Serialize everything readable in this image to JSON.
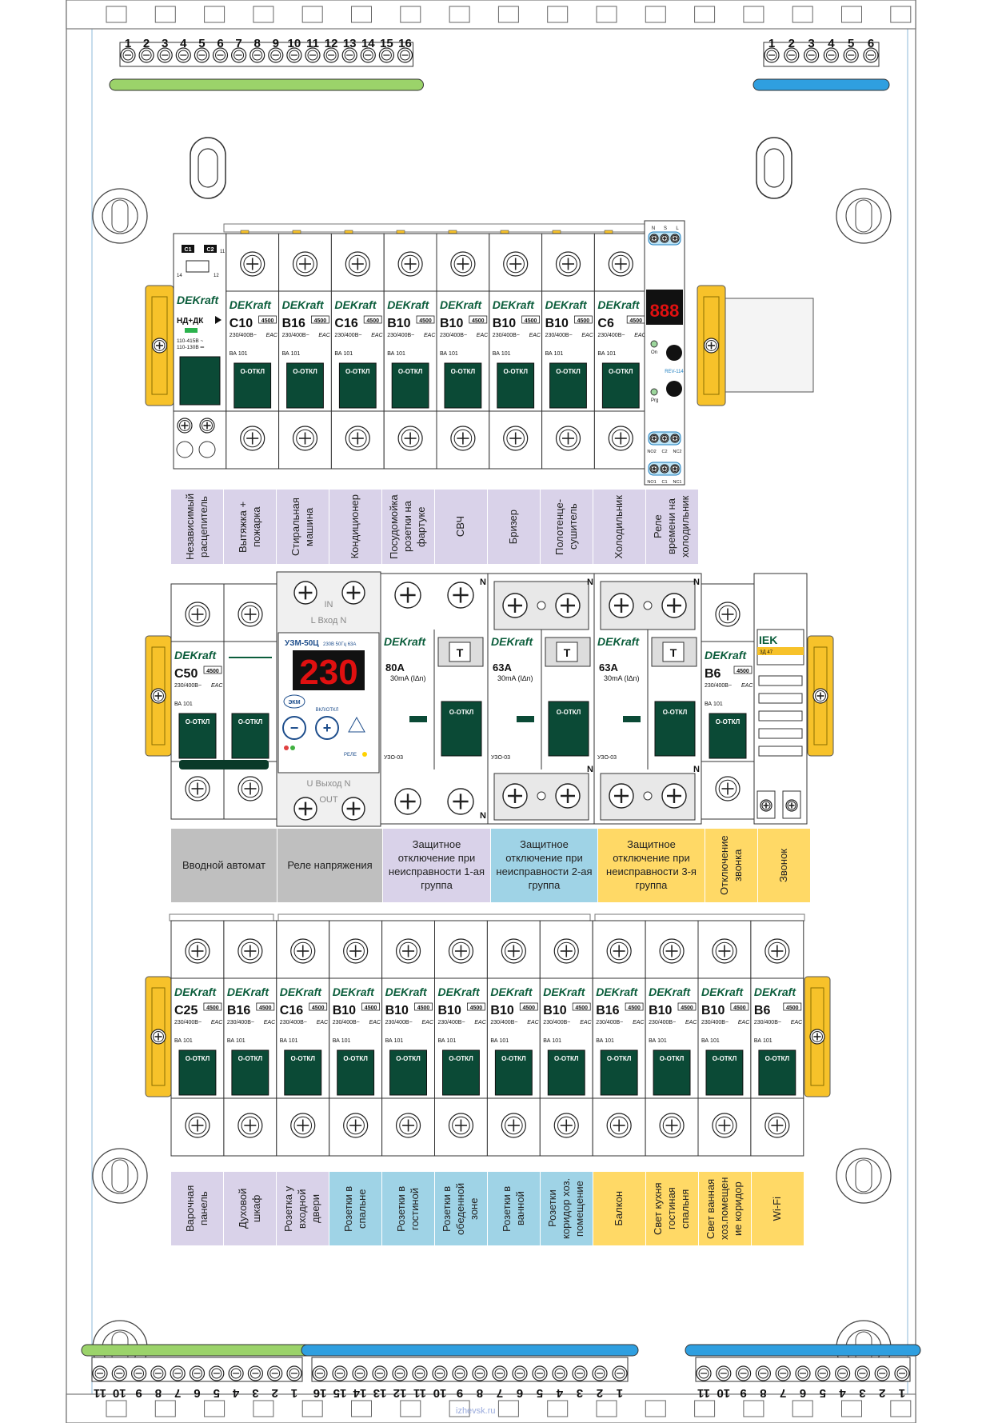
{
  "colors": {
    "lavender": "#d9d2e9",
    "blue": "#9fd3e6",
    "yellow": "#ffd966",
    "gray": "#bfbfbf",
    "bus_green": "#9bd36a",
    "bus_blue": "#2f9fe0",
    "din_yellow": "#f7c22a",
    "breaker_green": "#0b4a36",
    "led_red": "#e01010"
  },
  "top_bus_green": {
    "numbers": [
      "1",
      "2",
      "3",
      "4",
      "5",
      "6",
      "7",
      "8",
      "9",
      "10",
      "11",
      "12",
      "13",
      "14",
      "15",
      "16"
    ]
  },
  "top_bus_blue": {
    "numbers": [
      "1",
      "2",
      "3",
      "4",
      "5",
      "6"
    ]
  },
  "row1": {
    "first_device": {
      "brand": "DEKraft",
      "lines": [
        "НД+ДК",
        "110-415В ~",
        "110-130В ═"
      ],
      "terms": [
        "С1",
        "С2",
        "11",
        "12",
        "14"
      ]
    },
    "breakers": [
      {
        "brand": "DEKraft",
        "rating": "C10",
        "cap": "4500",
        "volt": "230/400В~",
        "mark": "EAC",
        "series": "ВА 101",
        "lever": "О-ОТКЛ"
      },
      {
        "brand": "DEKraft",
        "rating": "B16",
        "cap": "4500",
        "volt": "230/400В~",
        "mark": "EAC",
        "series": "ВА 101",
        "lever": "О-ОТКЛ"
      },
      {
        "brand": "DEKraft",
        "rating": "C16",
        "cap": "4500",
        "volt": "230/400В~",
        "mark": "EAC",
        "series": "ВА 101",
        "lever": "О-ОТКЛ"
      },
      {
        "brand": "DEKraft",
        "rating": "B10",
        "cap": "4500",
        "volt": "230/400В~",
        "mark": "EAC",
        "series": "ВА 101",
        "lever": "О-ОТКЛ"
      },
      {
        "brand": "DEKraft",
        "rating": "B10",
        "cap": "4500",
        "volt": "230/400В~",
        "mark": "EAC",
        "series": "ВА 101",
        "lever": "О-ОТКЛ"
      },
      {
        "brand": "DEKraft",
        "rating": "B10",
        "cap": "4500",
        "volt": "230/400В~",
        "mark": "EAC",
        "series": "ВА 101",
        "lever": "О-ОТКЛ"
      },
      {
        "brand": "DEKraft",
        "rating": "B10",
        "cap": "4500",
        "volt": "230/400В~",
        "mark": "EAC",
        "series": "ВА 101",
        "lever": "О-ОТКЛ"
      },
      {
        "brand": "DEKraft",
        "rating": "C6",
        "cap": "4500",
        "volt": "230/400В~",
        "mark": "EAC",
        "series": "ВА 101",
        "lever": "О-ОТКЛ"
      }
    ],
    "relay": {
      "top_terms": [
        "N",
        "S",
        "L"
      ],
      "leds": [
        "On",
        "Prg"
      ],
      "model": "REV-114",
      "bottom_terms1": [
        "NO2",
        "C2",
        "NC2"
      ],
      "bottom_terms2": [
        "NO1",
        "C1",
        "NC1"
      ]
    },
    "labels": [
      {
        "text": "Независимый расцепитель",
        "color": "lavender"
      },
      {
        "text": "Вытяжка + пожарка",
        "color": "lavender"
      },
      {
        "text": "Стиральная машина",
        "color": "lavender"
      },
      {
        "text": "Кондиционер",
        "color": "lavender"
      },
      {
        "text": "Посудомойка розетки на фартуке",
        "color": "lavender"
      },
      {
        "text": "СВЧ",
        "color": "lavender"
      },
      {
        "text": "Бризер",
        "color": "lavender"
      },
      {
        "text": "Полотенце-сушитель",
        "color": "lavender"
      },
      {
        "text": "Холодильник",
        "color": "lavender"
      },
      {
        "text": "Реле времени на холодильник",
        "color": "lavender"
      }
    ]
  },
  "row2": {
    "main_breaker": {
      "brand": "DEKraft",
      "rating": "C50",
      "cap": "4500",
      "volt": "230/400В~",
      "mark": "EAC",
      "series": "ВА 101",
      "lever": "О-ОТКЛ"
    },
    "voltage_relay": {
      "in_top": "IN",
      "in_label": "L  Вход  N",
      "model": "УЗМ-50Ц",
      "spec": "230В 50Гц 63А",
      "display": "230",
      "logo": "ЭКМ",
      "btn_label": "ВКЛ/ОТКЛ",
      "minus": "−",
      "plus": "+",
      "relay_label": "РЕЛЕ",
      "out_label": "U  Выход  N",
      "out_bottom": "OUT"
    },
    "rcds": [
      {
        "brand": "DEKraft",
        "rating": "80A",
        "leak": "30mA (I∆n)",
        "series": "УЗО-03",
        "lever": "О-ОТКЛ",
        "test": "T"
      },
      {
        "brand": "DEKraft",
        "rating": "63A",
        "leak": "30mA (I∆n)",
        "series": "УЗО-03",
        "lever": "О-ОТКЛ",
        "test": "T"
      },
      {
        "brand": "DEKraft",
        "rating": "63A",
        "leak": "30mA (I∆n)",
        "series": "УЗО-03",
        "lever": "О-ОТКЛ",
        "test": "T"
      }
    ],
    "bell_breaker": {
      "brand": "DEKraft",
      "rating": "B6",
      "cap": "4500",
      "volt": "230/400В~",
      "mark": "EAC",
      "series": "ВА 101",
      "lever": "О-ОТКЛ"
    },
    "bell": {
      "brand": "IEK",
      "model": "ЗД 47"
    },
    "n_mark": "N",
    "labels": [
      {
        "text": "Вводной автомат",
        "color": "gray",
        "vertical": false
      },
      {
        "text": "Реле напряжения",
        "color": "gray",
        "vertical": false
      },
      {
        "text": "Защитное отключение при неисправности 1-ая группа",
        "color": "lavender",
        "vertical": false
      },
      {
        "text": "Защитное отключение при неисправности 2-ая группа",
        "color": "blue",
        "vertical": false
      },
      {
        "text": "Защитное отключение при неисправности 3-я группа",
        "color": "yellow",
        "vertical": false
      },
      {
        "text": "Отключение звонка",
        "color": "yellow",
        "vertical": true
      },
      {
        "text": "Звонок",
        "color": "yellow",
        "vertical": true
      }
    ]
  },
  "row3": {
    "breakers": [
      {
        "brand": "DEKraft",
        "rating": "C25",
        "cap": "4500",
        "volt": "230/400В~",
        "mark": "EAC",
        "series": "ВА 101",
        "lever": "О-ОТКЛ"
      },
      {
        "brand": "DEKraft",
        "rating": "B16",
        "cap": "4500",
        "volt": "230/400В~",
        "mark": "EAC",
        "series": "ВА 101",
        "lever": "О-ОТКЛ"
      },
      {
        "brand": "DEKraft",
        "rating": "C16",
        "cap": "4500",
        "volt": "230/400В~",
        "mark": "EAC",
        "series": "ВА 101",
        "lever": "О-ОТКЛ"
      },
      {
        "brand": "DEKraft",
        "rating": "B10",
        "cap": "4500",
        "volt": "230/400В~",
        "mark": "EAC",
        "series": "ВА 101",
        "lever": "О-ОТКЛ"
      },
      {
        "brand": "DEKraft",
        "rating": "B10",
        "cap": "4500",
        "volt": "230/400В~",
        "mark": "EAC",
        "series": "ВА 101",
        "lever": "О-ОТКЛ"
      },
      {
        "brand": "DEKraft",
        "rating": "B10",
        "cap": "4500",
        "volt": "230/400В~",
        "mark": "EAC",
        "series": "ВА 101",
        "lever": "О-ОТКЛ"
      },
      {
        "brand": "DEKraft",
        "rating": "B10",
        "cap": "4500",
        "volt": "230/400В~",
        "mark": "EAC",
        "series": "ВА 101",
        "lever": "О-ОТКЛ"
      },
      {
        "brand": "DEKraft",
        "rating": "B10",
        "cap": "4500",
        "volt": "230/400В~",
        "mark": "EAC",
        "series": "ВА 101",
        "lever": "О-ОТКЛ"
      },
      {
        "brand": "DEKraft",
        "rating": "B16",
        "cap": "4500",
        "volt": "230/400В~",
        "mark": "EAC",
        "series": "ВА 101",
        "lever": "О-ОТКЛ"
      },
      {
        "brand": "DEKraft",
        "rating": "B10",
        "cap": "4500",
        "volt": "230/400В~",
        "mark": "EAC",
        "series": "ВА 101",
        "lever": "О-ОТКЛ"
      },
      {
        "brand": "DEKraft",
        "rating": "B10",
        "cap": "4500",
        "volt": "230/400В~",
        "mark": "EAC",
        "series": "ВА 101",
        "lever": "О-ОТКЛ"
      },
      {
        "brand": "DEKraft",
        "rating": "B6",
        "cap": "4500",
        "volt": "230/400В~",
        "mark": "EAC",
        "series": "ВА 101",
        "lever": "О-ОТКЛ"
      }
    ],
    "labels": [
      {
        "text": "Варочная панель",
        "color": "lavender"
      },
      {
        "text": "Духовой шкаф",
        "color": "lavender"
      },
      {
        "text": "Розетка у входной двери",
        "color": "lavender"
      },
      {
        "text": "Розетки в спальне",
        "color": "blue"
      },
      {
        "text": "Розетки в гостиной",
        "color": "blue"
      },
      {
        "text": "Розетки в обеденной зоне",
        "color": "blue"
      },
      {
        "text": "Розетки в ванной",
        "color": "blue"
      },
      {
        "text": "Розетки коридор хоз. помещение",
        "color": "blue"
      },
      {
        "text": "Балкон",
        "color": "yellow"
      },
      {
        "text": "Свет кухня гостиная спальня",
        "color": "yellow"
      },
      {
        "text": "Свет ванная хоз.помещен ие коридор",
        "color": "yellow"
      },
      {
        "text": "Wi-Fi",
        "color": "yellow"
      }
    ]
  },
  "bottom_bus_green": {
    "numbers": [
      "11",
      "10",
      "9",
      "8",
      "7",
      "6",
      "5",
      "4",
      "3",
      "2",
      "1"
    ]
  },
  "bottom_bus_blue1": {
    "numbers": [
      "16",
      "15",
      "14",
      "13",
      "12",
      "11",
      "10",
      "9",
      "8",
      "7",
      "6",
      "5",
      "4",
      "3",
      "2",
      "1"
    ]
  },
  "bottom_bus_blue2": {
    "numbers": [
      "11",
      "10",
      "9",
      "8",
      "7",
      "6",
      "5",
      "4",
      "3",
      "2",
      "1"
    ]
  },
  "watermark": "izhevsk.ru"
}
